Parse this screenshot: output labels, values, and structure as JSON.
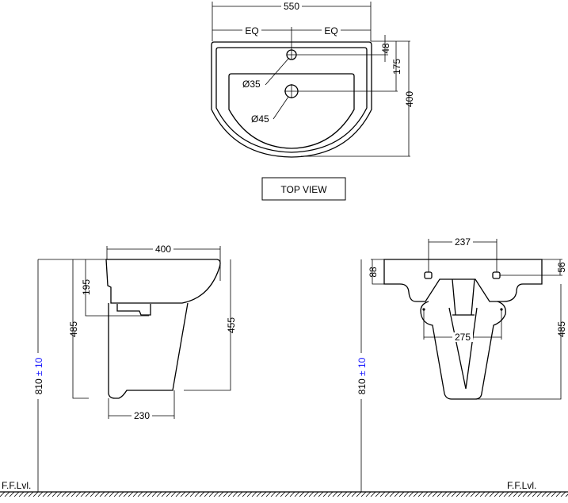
{
  "top_view": {
    "title": "TOP VIEW",
    "width": "550",
    "eq_left": "EQ",
    "eq_right": "EQ",
    "tap_hole_dim": "48",
    "drain_dim": "175",
    "depth": "400",
    "tap_hole_dia": "Ø35",
    "drain_dia": "Ø45"
  },
  "side_view": {
    "depth": "400",
    "bowl_height": "195",
    "pedestal_height": "485",
    "pedestal_front_height": "455",
    "pedestal_depth": "230",
    "rim_height": "810",
    "rim_tolerance": "± 10"
  },
  "front_view": {
    "fixing_spacing": "237",
    "pedestal_fixing_spacing": "275",
    "side_height": "88",
    "fixing_height": "56",
    "pedestal_height": "485",
    "rim_height": "810",
    "rim_tolerance": "± 10"
  },
  "floor": {
    "left_label": "F.F.Lvl.",
    "right_label": "F.F.Lvl."
  },
  "colors": {
    "tolerance": "#1a1aff"
  }
}
